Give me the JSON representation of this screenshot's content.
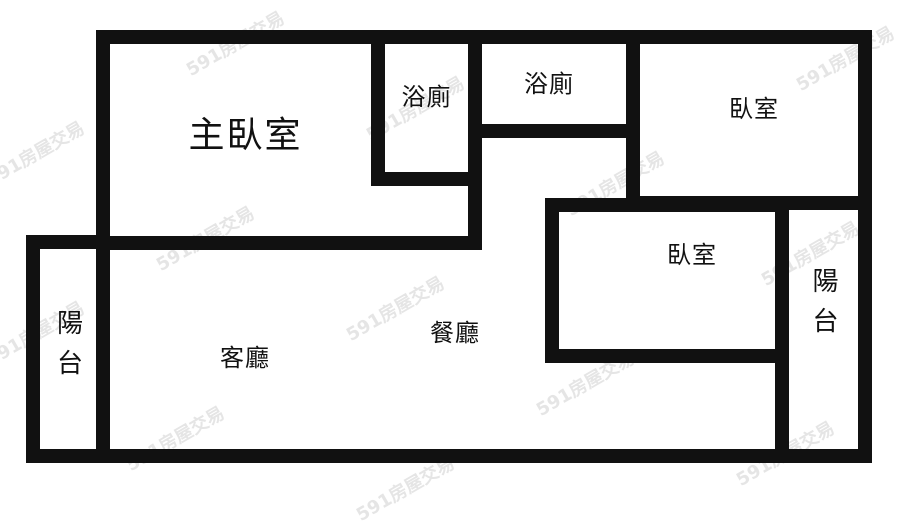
{
  "floor_plan": {
    "wall_color": "#111111",
    "background_color": "#ffffff",
    "rooms": {
      "master_bedroom": {
        "label": "主臥室"
      },
      "bathroom_1": {
        "label": "浴廁"
      },
      "bathroom_2": {
        "label": "浴廁"
      },
      "bedroom_1": {
        "label": "臥室"
      },
      "bedroom_2": {
        "label": "臥室"
      },
      "living_room": {
        "label": "客廳"
      },
      "dining_room": {
        "label": "餐廳"
      },
      "balcony_left": {
        "label": "陽台"
      },
      "balcony_right": {
        "label": "陽台"
      }
    }
  },
  "watermark": {
    "text": "591房屋交易"
  }
}
